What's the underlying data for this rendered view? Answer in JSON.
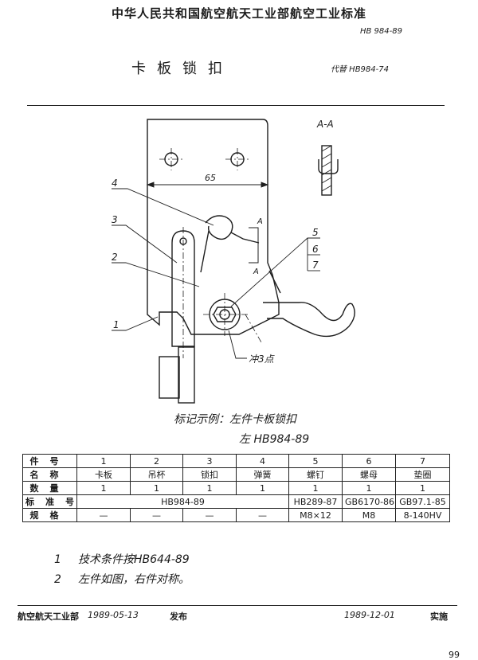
{
  "header": {
    "standard_title": "中华人民共和国航空航天工业部航空工业标准",
    "standard_number": "HB 984-89",
    "part_name": "卡板锁扣",
    "replaces": "代替 HB984-74"
  },
  "drawing": {
    "dimension_65": "65",
    "section_label": "A-A",
    "section_mark_top": "A",
    "section_mark_bottom": "A",
    "callout_1": "1",
    "callout_2": "2",
    "callout_3": "3",
    "callout_4": "4",
    "callout_5": "5",
    "callout_6": "6",
    "callout_7": "7",
    "note_punch": "冲3点"
  },
  "marking": {
    "example_label": "标记示例：左件卡板锁扣",
    "example_code": "左 HB984-89"
  },
  "bom": {
    "row_headers": [
      "件号",
      "名称",
      "数量",
      "标准号",
      "规格"
    ],
    "item_numbers": [
      "1",
      "2",
      "3",
      "4",
      "5",
      "6",
      "7"
    ],
    "names": [
      "卡板",
      "吊杯",
      "锁扣",
      "弹簧",
      "螺钉",
      "螺母",
      "垫圈"
    ],
    "quantities": [
      "1",
      "1",
      "1",
      "1",
      "1",
      "1",
      "1"
    ],
    "standard_merged": "HB984-89",
    "standard_5": "HB289-87",
    "standard_6": "GB6170-86",
    "standard_7": "GB97.1-85",
    "specs": [
      "—",
      "—",
      "—",
      "—",
      "M8×12",
      "M8",
      "8-140HV"
    ]
  },
  "notes": {
    "n1_num": "1",
    "n1_text": "技术条件按HB644-89",
    "n2_num": "2",
    "n2_text": "左件如图，右件对称。"
  },
  "footer": {
    "publisher": "航空航天工业部",
    "issue_date": "1989-05-13",
    "issue_label": "发布",
    "impl_date": "1989-12-01",
    "impl_label": "实施"
  },
  "page_number": "99"
}
